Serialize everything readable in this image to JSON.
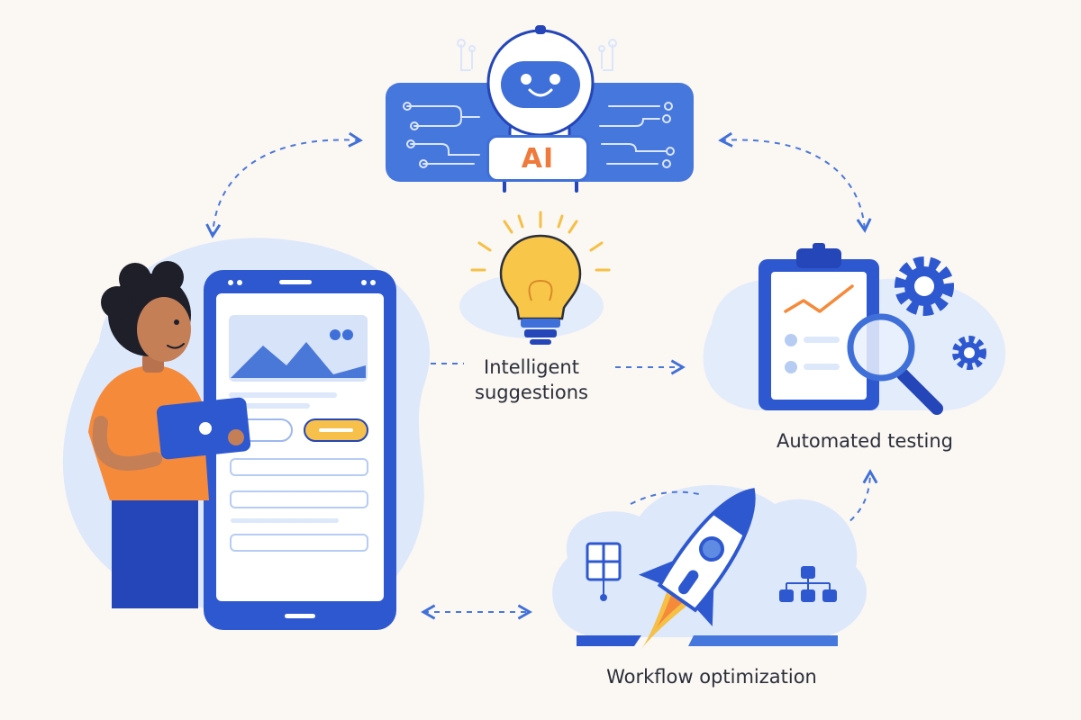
{
  "diagram": {
    "ai_hub": {
      "badge_text": "AI"
    },
    "nodes": [
      {
        "id": "suggestions",
        "label_line1": "Intelligent",
        "label_line2": "suggestions"
      },
      {
        "id": "testing",
        "label": "Automated testing"
      },
      {
        "id": "workflow",
        "label": "Workflow optimization"
      }
    ]
  },
  "colors": {
    "background": "#fbf7f3",
    "primary_blue": "#3f6fd8",
    "dark_blue": "#2446b8",
    "light_blue": "#dde8fb",
    "orange": "#f58a3a",
    "yellow": "#f6c046",
    "accent_orange": "#ef7a3c"
  }
}
